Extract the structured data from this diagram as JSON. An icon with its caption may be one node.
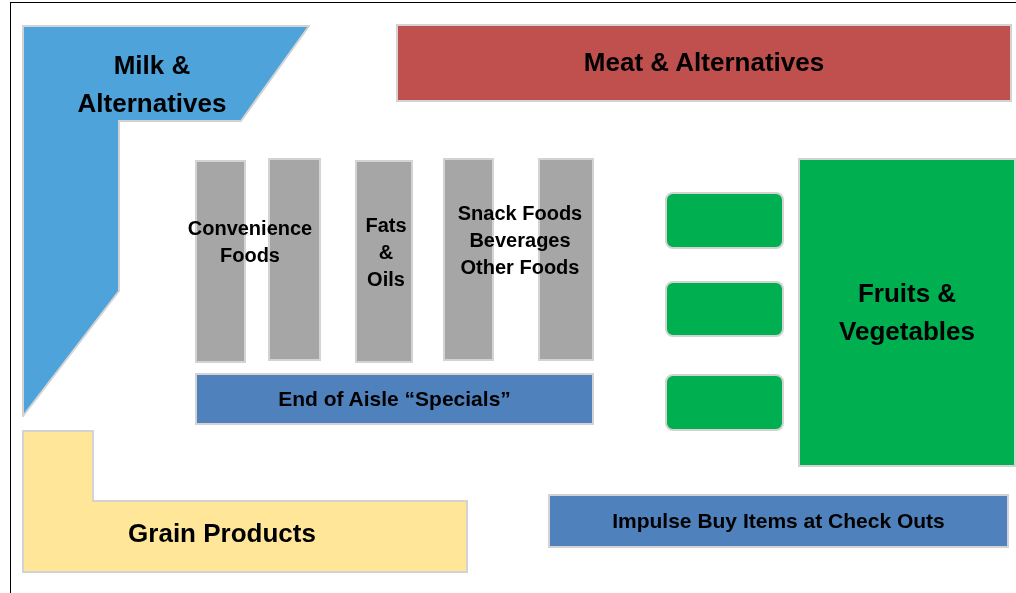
{
  "diagram": {
    "nodes": [
      {
        "text": [
          "Milk & Alternatives"
        ]
      },
      {
        "text": [
          "Meat & Alternatives"
        ]
      },
      {
        "text": [],
        "shape": "bar"
      },
      {
        "text": [],
        "shape": "bar"
      },
      {
        "text": [],
        "shape": "bar"
      },
      {
        "text": [],
        "shape": "bar"
      },
      {
        "text": [],
        "shape": "bar"
      },
      {
        "text": [],
        "shape": "box"
      },
      {
        "text": [],
        "shape": "box"
      },
      {
        "text": [],
        "shape": "box"
      },
      {
        "text": [
          "Fruits & Vegetables"
        ]
      },
      {
        "text": [
          "End of Aisle “Specials”"
        ]
      },
      {
        "text": [
          "Grain Products"
        ]
      },
      {
        "text": [
          "Impulse Buy Items at Check Outs"
        ]
      }
    ],
    "labels": [
      "Convenience Foods",
      "Fats & Oils",
      "Snack Foods Beverages Other Foods"
    ]
  }
}
